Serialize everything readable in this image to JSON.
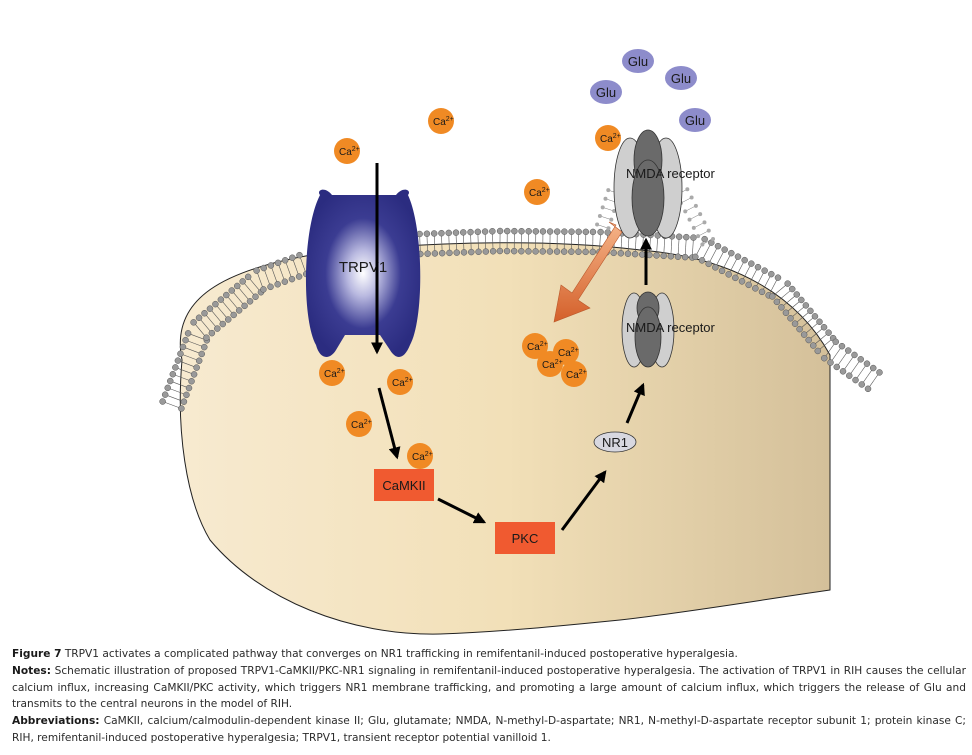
{
  "diagram": {
    "title": "TRPV1-CaMKII/PKC-NR1 signaling pathway",
    "nodes": {
      "trpv1": "TRPV1",
      "camkii": "CaMKII",
      "pkc": "PKC",
      "nr1": "NR1",
      "nmda_inner": "NMDA receptor",
      "nmda_outer": "NMDA receptor"
    },
    "ion_label": "Ca",
    "ion_charge": "2+",
    "glutamate_label": "Glu",
    "colors": {
      "trpv1": "#2e2f87",
      "enzyme_box": "#f05a30",
      "calcium": "#f08a24",
      "glutamate": "#8d8ccb",
      "cytoplasm": "#f5e6c4",
      "receptor_dark": "#6a6a6a",
      "receptor_light": "#cfcfcf",
      "big_arrow": "#e8783a"
    },
    "edges": [
      {
        "from": "TRPV1",
        "to": "cytoplasm Ca2+"
      },
      {
        "from": "Ca2+",
        "to": "CaMKII"
      },
      {
        "from": "CaMKII",
        "to": "PKC"
      },
      {
        "from": "PKC",
        "to": "NR1"
      },
      {
        "from": "NR1",
        "to": "NMDA receptor (intracellular)"
      },
      {
        "from": "NMDA receptor (intracellular)",
        "to": "NMDA receptor (membrane)"
      },
      {
        "from": "NMDA receptor (membrane)",
        "to": "Ca2+ influx"
      }
    ]
  },
  "caption": {
    "figure_label": "Figure 7",
    "figure_text": " TRPV1 activates a complicated pathway that converges on NR1 trafficking in remifentanil-induced postoperative hyperalgesia.",
    "notes_label": "Notes:",
    "notes_text": " Schematic illustration of proposed TRPV1-CaMKII/PKC-NR1 signaling in remifentanil-induced postoperative hyperalgesia. The activation of TRPV1 in RIH causes the cellular calcium influx, increasing CaMKII/PKC activity, which triggers NR1 membrane trafficking, and promoting a large amount of calcium influx, which triggers the release of Glu and transmits to the central neurons in the model of RIH.",
    "abbr_label": "Abbreviations:",
    "abbr_text": " CaMKII, calcium/calmodulin-dependent kinase II; Glu, glutamate; NMDA, N-methyl-D-aspartate; NR1, N-methyl-D-aspartate receptor subunit 1; protein kinase C; RIH, remifentanil-induced postoperative hyperalgesia; TRPV1, transient receptor potential vanilloid 1."
  }
}
